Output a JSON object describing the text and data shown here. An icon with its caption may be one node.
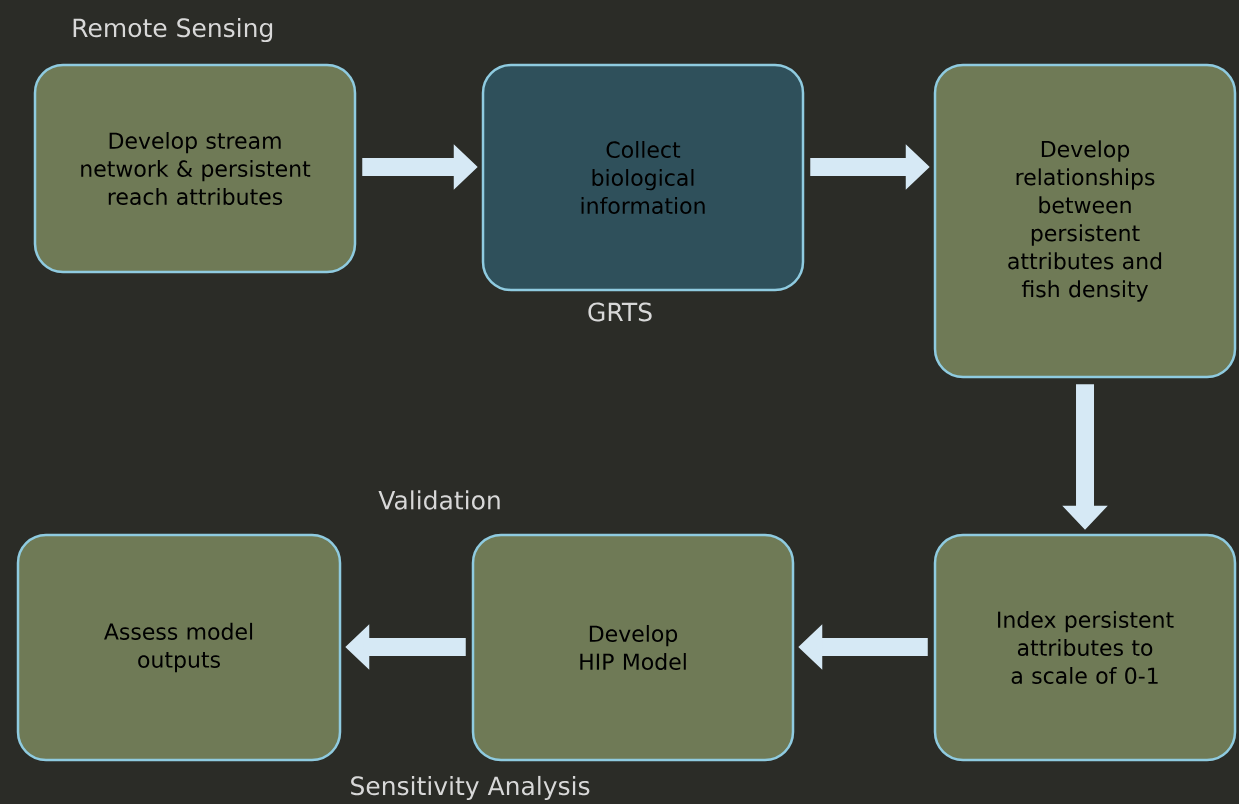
{
  "diagram": {
    "nodes": [
      {
        "text": [
          "Develop stream network & persistent reach attributes"
        ],
        "beside": [
          "Remote Sensing"
        ]
      },
      {
        "text": [
          "Collect biological information"
        ],
        "beside": [
          "GRTS"
        ]
      },
      {
        "text": [
          "Develop relationships between persistent attributes and fish density"
        ]
      },
      {
        "text": [
          "Index persistent attributes to a scale of 0-1"
        ]
      },
      {
        "text": [
          "Develop HIP Model"
        ],
        "beside": [
          "Validation",
          "Sensitivity Analysis"
        ]
      },
      {
        "text": [
          "Assess model outputs"
        ]
      }
    ],
    "edges": [
      {
        "from": 0,
        "to": 1,
        "arrow": "to"
      },
      {
        "from": 1,
        "to": 2,
        "arrow": "to"
      },
      {
        "from": 2,
        "to": 3,
        "arrow": "to"
      },
      {
        "from": 3,
        "to": 4,
        "arrow": "to"
      },
      {
        "from": 4,
        "to": 5,
        "arrow": "to"
      }
    ]
  }
}
